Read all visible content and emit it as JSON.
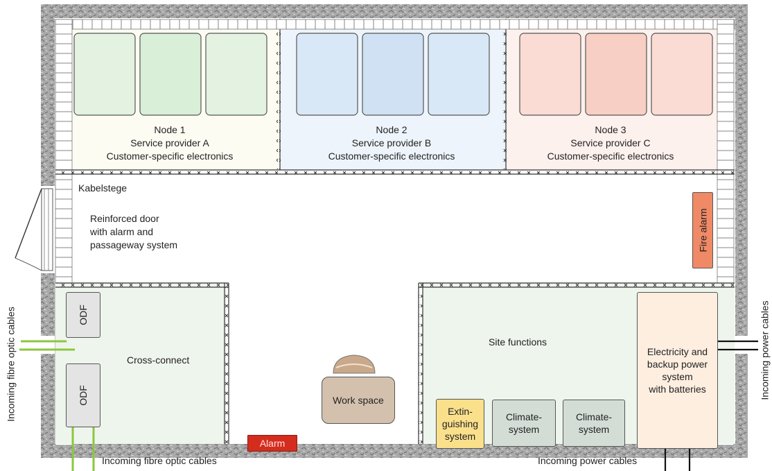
{
  "nodes": [
    {
      "name": "Node 1",
      "provider": "Service provider A",
      "desc": "Customer-specific electronics"
    },
    {
      "name": "Node 2",
      "provider": "Service provider B",
      "desc": "Customer-specific electronics"
    },
    {
      "name": "Node 3",
      "provider": "Service provider C",
      "desc": "Customer-specific electronics"
    }
  ],
  "cable_tray": "Kabelstege",
  "door": {
    "line1": "Reinforced door",
    "line2": "with alarm and",
    "line3": "passageway system"
  },
  "fire_alarm": "Fire alarm",
  "odf": {
    "top": "ODF",
    "bottom": "ODF"
  },
  "cross_connect": "Cross-connect",
  "alarm": "Alarm",
  "work_space": "Work space",
  "site_functions": "Site functions",
  "extinguishing": {
    "line1": "Extin-",
    "line2": "guishing",
    "line3": "system"
  },
  "climate1": {
    "line1": "Climate-",
    "line2": "system"
  },
  "climate2": {
    "line1": "Climate-",
    "line2": "system"
  },
  "power": {
    "line1": "Electricity and",
    "line2": "backup power",
    "line3": "system",
    "line4": "with batteries"
  },
  "cables": {
    "fibre_left": "Incoming fibre optic cables",
    "fibre_bottom": "Incoming fibre optic cables",
    "power_right": "Incoming power cables",
    "power_bottom": "Incoming power cables"
  },
  "colors": {
    "node1_bg": "#fdfcf3",
    "node2_bg": "#edf4fb",
    "node3_bg": "#fdf1ee",
    "rack_green": "#e3f2e1",
    "rack_blue": "#d9e8f7",
    "rack_red": "#fbdcd4",
    "room_green": "#eef5ec",
    "fire_alarm": "#f08a66",
    "alarm": "#d42d1e",
    "work_space": "#d4c1ad",
    "extinguishing": "#fbe08c",
    "climate": "#d3ddd6",
    "power_box": "#fdeee0",
    "fibre_line": "#8cc63f",
    "wall": "#a8a8a8"
  }
}
